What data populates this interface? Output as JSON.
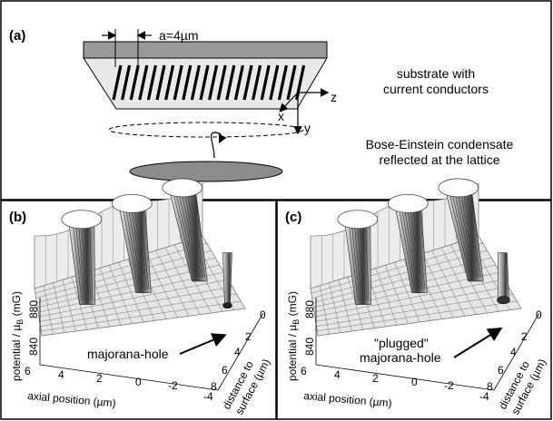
{
  "panel_a": {
    "label": "(a)",
    "spacing_label": "a=4µm",
    "substrate_text_1": "substrate with",
    "substrate_text_2": "current conductors",
    "bec_text_1": "Bose-Einstein condensate",
    "bec_text_2": "reflected at the lattice",
    "axis_z": "z",
    "axis_x": "x",
    "axis_y": "y"
  },
  "panel_b": {
    "label": "(b)",
    "vertical_axis": "potential / µB (mG)",
    "vertical_ticks": [
      "880",
      "840"
    ],
    "axial_axis": "axial position (µm)",
    "axial_ticks": [
      "6",
      "4",
      "2",
      "0",
      "-2",
      "-4"
    ],
    "distance_axis_1": "distance to",
    "distance_axis_2": "surface (µm)",
    "distance_ticks": [
      "0",
      "2",
      "4",
      "6",
      "8"
    ],
    "annotation": "majorana-hole"
  },
  "panel_c": {
    "label": "(c)",
    "vertical_axis": "potential / µB (mG)",
    "vertical_ticks": [
      "880",
      "840"
    ],
    "axial_axis": "axial position (µm)",
    "axial_ticks": [
      "6",
      "4",
      "2",
      "0",
      "-2",
      "-4"
    ],
    "distance_axis_1": "distance to",
    "distance_axis_2": "surface (µm)",
    "distance_ticks": [
      "0",
      "2",
      "4",
      "6",
      "8"
    ],
    "annotation_1": "\"plugged\"",
    "annotation_2": "majorana-hole"
  }
}
